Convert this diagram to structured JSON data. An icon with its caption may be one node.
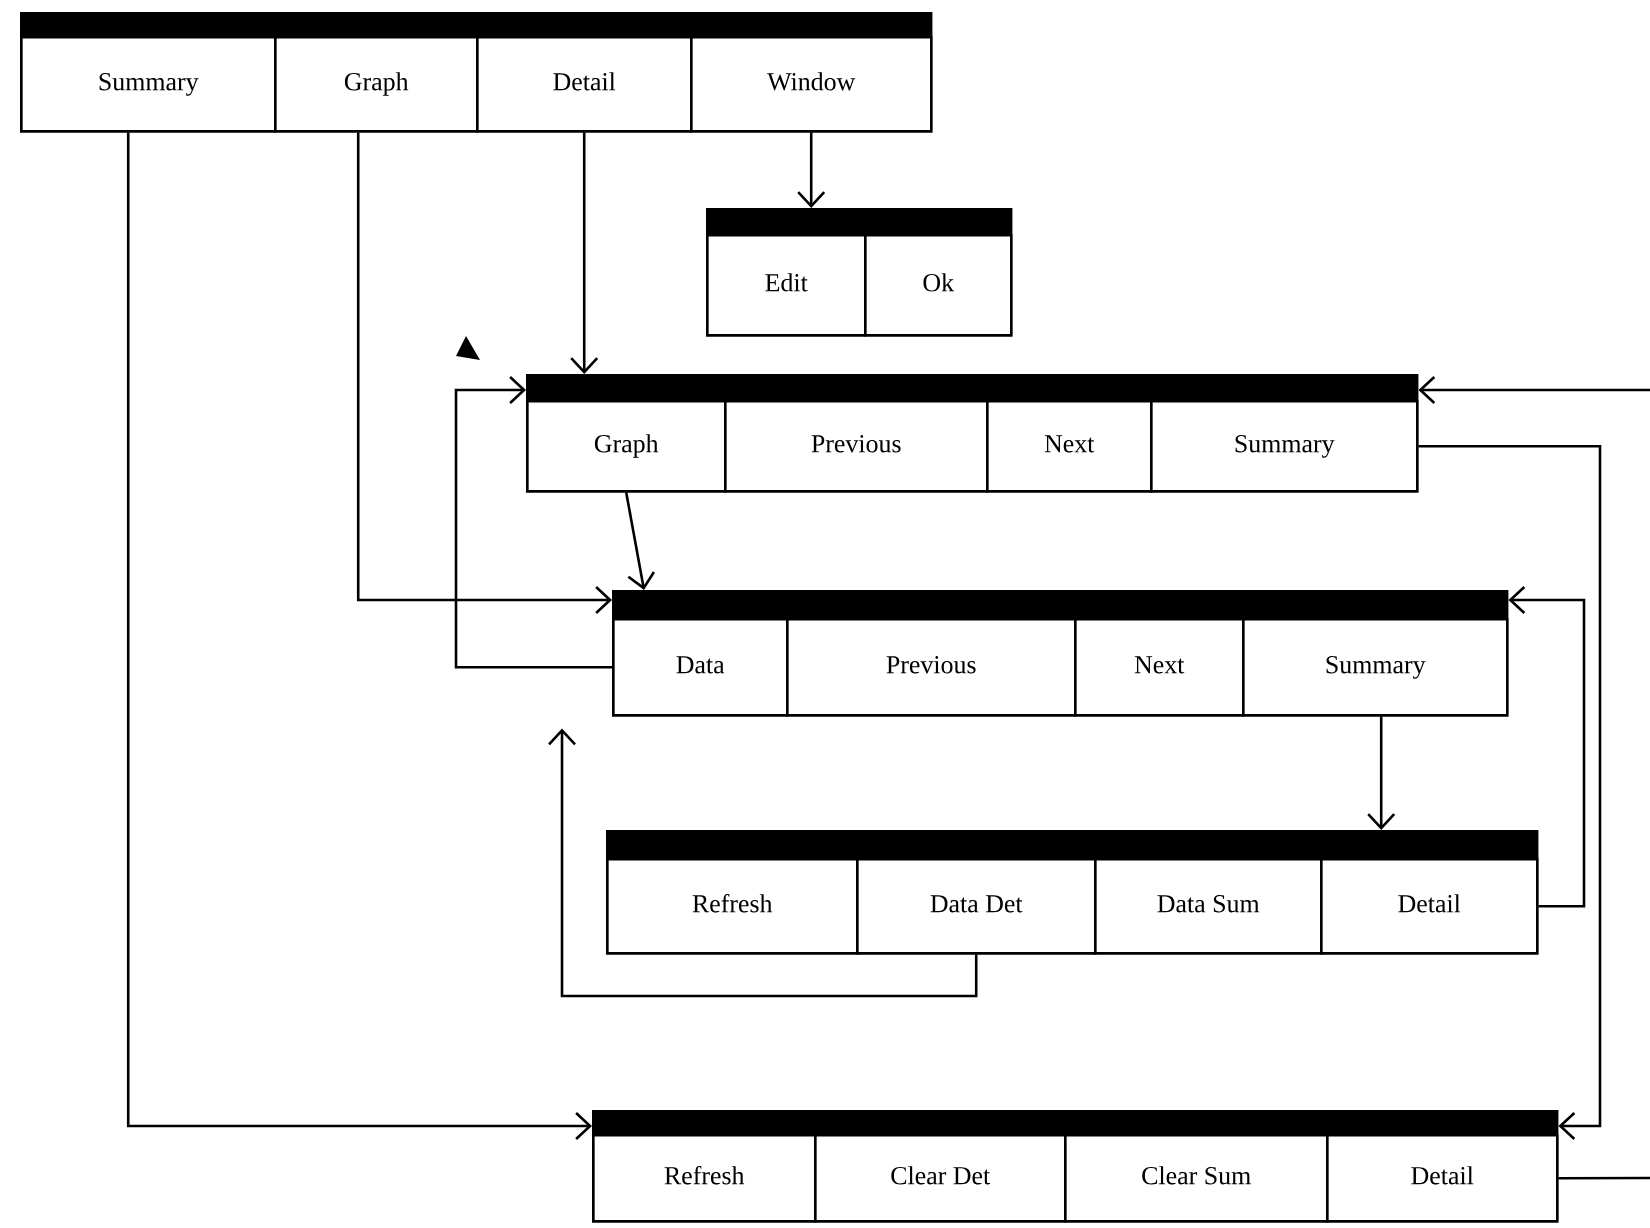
{
  "diagram": {
    "nodes": [
      {
        "text": [],
        "shape": "box"
      },
      {
        "text": [
          "Summary"
        ],
        "in": 0
      },
      {
        "text": [
          "Graph"
        ],
        "in": 0
      },
      {
        "text": [
          "Detail"
        ],
        "in": 0
      },
      {
        "text": [
          "Window"
        ],
        "in": 0
      },
      {
        "text": [],
        "shape": "box"
      },
      {
        "text": [
          "Edit"
        ],
        "in": 5
      },
      {
        "text": [
          "Ok"
        ],
        "in": 5
      },
      {
        "text": [],
        "shape": "box"
      },
      {
        "text": [
          "Graph"
        ],
        "in": 8
      },
      {
        "text": [
          "Previous"
        ],
        "in": 8
      },
      {
        "text": [
          "Next"
        ],
        "in": 8
      },
      {
        "text": [
          "Summary"
        ],
        "in": 8
      },
      {
        "text": [],
        "shape": "box"
      },
      {
        "text": [
          "Data"
        ],
        "in": 13
      },
      {
        "text": [
          "Previous"
        ],
        "in": 13
      },
      {
        "text": [
          "Next"
        ],
        "in": 13
      },
      {
        "text": [
          "Summary"
        ],
        "in": 13
      },
      {
        "text": [],
        "shape": "box"
      },
      {
        "text": [
          "Refresh"
        ],
        "in": 18
      },
      {
        "text": [
          "Data Det"
        ],
        "in": 18
      },
      {
        "text": [
          "Data Sum"
        ],
        "in": 18
      },
      {
        "text": [
          "Detail"
        ],
        "in": 18
      },
      {
        "text": [],
        "shape": "box"
      },
      {
        "text": [
          "Refresh"
        ],
        "in": 23
      },
      {
        "text": [
          "Clear Det"
        ],
        "in": 23
      },
      {
        "text": [
          "Clear Sum"
        ],
        "in": 23
      },
      {
        "text": [
          "Detail"
        ],
        "in": 23
      }
    ],
    "edges": [
      {
        "from": 4,
        "to": 5,
        "arrow": "to"
      },
      {
        "from": 3,
        "to": 8,
        "arrow": "to"
      },
      {
        "from": 2,
        "to": 13,
        "arrow": "to"
      },
      {
        "from": 1,
        "to": 23,
        "arrow": "to"
      },
      {
        "from": 9,
        "to": 13,
        "arrow": "to"
      },
      {
        "from": 14,
        "to": 8,
        "arrow": "to"
      },
      {
        "from": 12,
        "to": 23,
        "arrow": "to"
      },
      {
        "from": null,
        "to": 8,
        "arrow": "to"
      },
      {
        "from": 27,
        "to": null,
        "arrow": "none"
      },
      {
        "from": 17,
        "to": 18,
        "arrow": "to"
      },
      {
        "from": 20,
        "to": 13,
        "arrow": "to"
      },
      {
        "from": 22,
        "to": 13,
        "arrow": "to"
      }
    ]
  }
}
